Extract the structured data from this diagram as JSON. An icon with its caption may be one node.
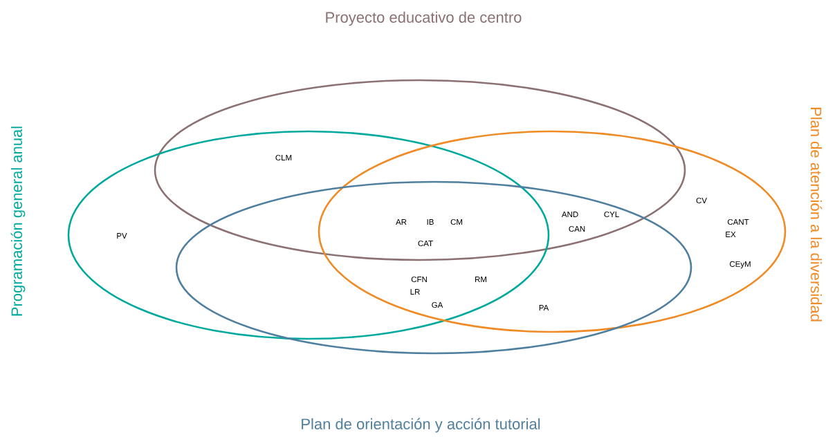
{
  "diagram": {
    "nodes": [
      {
        "text": [
          "Proyecto educativo de centro"
        ]
      },
      {
        "text": [
          "Programación general anual"
        ]
      },
      {
        "text": [
          "Plan de atención a la diversidad"
        ]
      },
      {
        "text": [
          "Plan de orientación y acción tutorial"
        ]
      }
    ],
    "labels": [
      "CLM",
      "CV",
      "AND",
      "CYL",
      "PV",
      "AR",
      "IB",
      "CM",
      "CANT",
      "CAN",
      "EX",
      "CAT",
      "CEyM",
      "CFN",
      "RM",
      "LR",
      "GA",
      "PA"
    ]
  }
}
